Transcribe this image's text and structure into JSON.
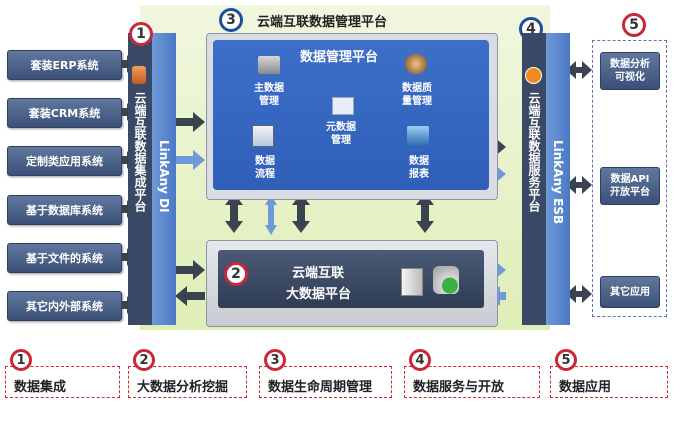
{
  "sources": [
    "套装ERP系统",
    "套装CRM系统",
    "定制类应用系统",
    "基于数据库系统",
    "基于文件的系统",
    "其它内外部系统"
  ],
  "markers": [
    "1",
    "2",
    "3",
    "4",
    "5"
  ],
  "integration": {
    "cn": "云端互联数据集成平台",
    "en": "LinkAny DI"
  },
  "top_platform_title": "云端互联数据管理平台",
  "mgmt": {
    "title": "数据管理平台",
    "master": "主数据\n管理",
    "quality": "数据质\n量管理",
    "meta": "元数据\n管理",
    "flow": "数据\n流程",
    "report": "数据\n报表"
  },
  "bigdata": {
    "line1": "云端互联",
    "line2": "大数据平台"
  },
  "service": {
    "cn": "云端互联数据服务平台",
    "en": "LinkAny ESB"
  },
  "right_boxes": [
    "数据分析\n可视化",
    "数据API\n开放平台",
    "其它应用"
  ],
  "legend": [
    "数据集成",
    "大数据分析挖掘",
    "数据生命周期管理",
    "数据服务与开放",
    "数据应用"
  ],
  "colors": {
    "red": "#c8283a",
    "blue": "#1e4f9e",
    "panel_blue": "#2f5fb8",
    "dark_bar": "#3a4a66",
    "light_green": "#e5f0c5"
  }
}
